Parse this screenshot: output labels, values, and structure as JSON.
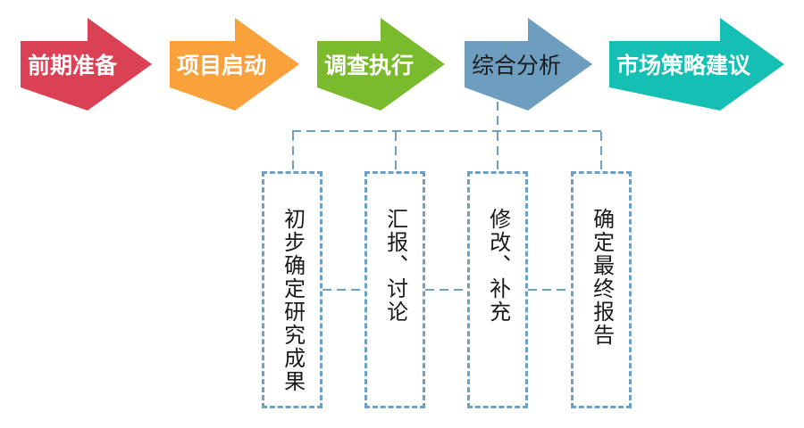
{
  "colors": {
    "connector": "#6FA0C4",
    "box_border": "#6FA0C4",
    "box_text": "#1A1A1A",
    "background": "#FFFFFF"
  },
  "arrows": [
    {
      "label": "前期准备",
      "color": "#DB4154",
      "text_color": "#FFFFFF"
    },
    {
      "label": "项目启动",
      "color": "#F9A13B",
      "text_color": "#FFFFFF"
    },
    {
      "label": "调查执行",
      "color": "#7ABB2E",
      "text_color": "#FFFFFF"
    },
    {
      "label": "综合分析",
      "color": "#6D9EC0",
      "text_color": "#1B1B1B"
    },
    {
      "label": "市场策略建议",
      "color": "#16BFB4",
      "text_color": "#FFFFFF"
    }
  ],
  "boxes": [
    {
      "label": "初步确定研究成果"
    },
    {
      "label": "汇报、讨论"
    },
    {
      "label": "修改、补充"
    },
    {
      "label": "确定最终报告"
    }
  ]
}
